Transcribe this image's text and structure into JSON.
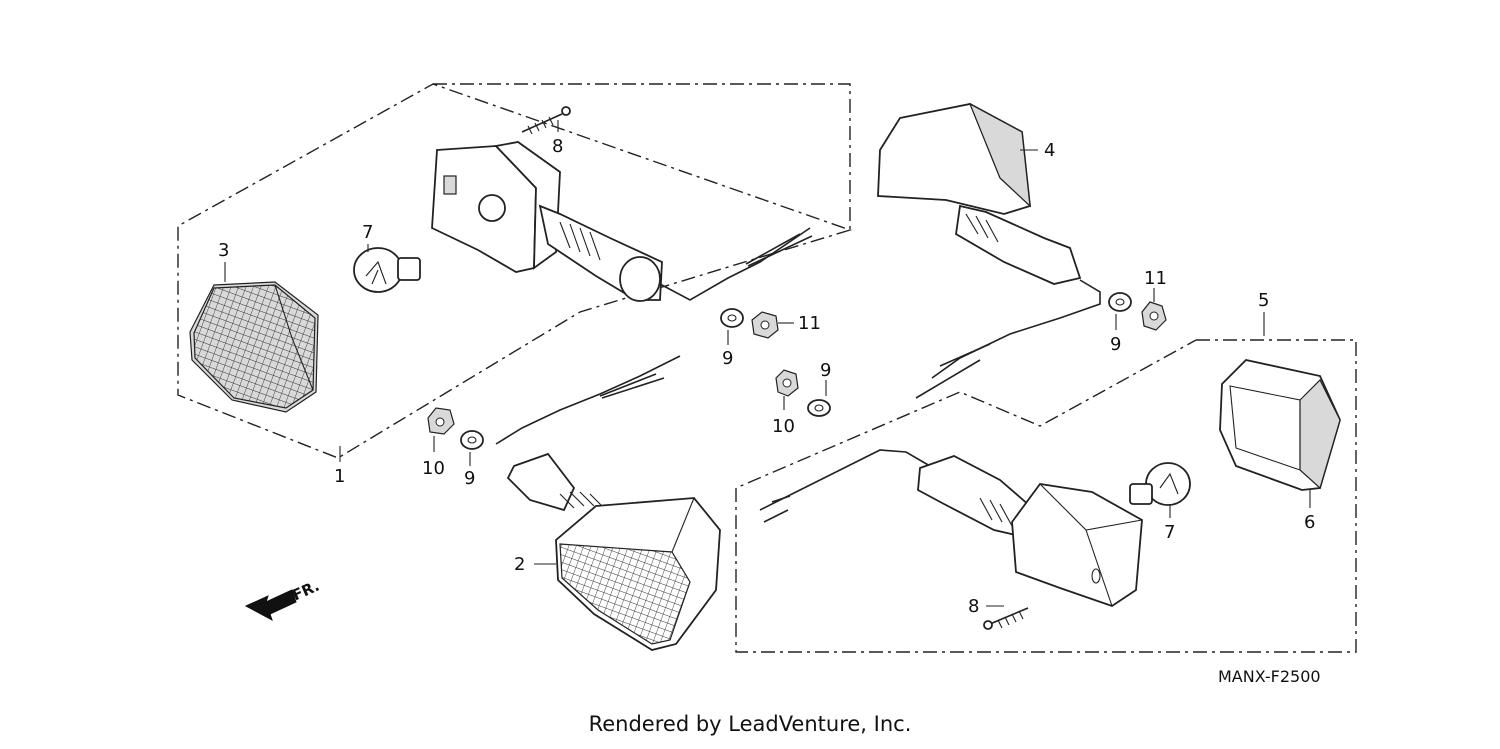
{
  "diagram": {
    "callouts": [
      {
        "id": "c1",
        "text": "1"
      },
      {
        "id": "c2",
        "text": "2"
      },
      {
        "id": "c3",
        "text": "3"
      },
      {
        "id": "c4",
        "text": "4"
      },
      {
        "id": "c5",
        "text": "5"
      },
      {
        "id": "c6",
        "text": "6"
      },
      {
        "id": "c7a",
        "text": "7"
      },
      {
        "id": "c7b",
        "text": "7"
      },
      {
        "id": "c8a",
        "text": "8"
      },
      {
        "id": "c8b",
        "text": "8"
      },
      {
        "id": "c9a",
        "text": "9"
      },
      {
        "id": "c9b",
        "text": "9"
      },
      {
        "id": "c9c",
        "text": "9"
      },
      {
        "id": "c9d",
        "text": "9"
      },
      {
        "id": "c10a",
        "text": "10"
      },
      {
        "id": "c10b",
        "text": "10"
      },
      {
        "id": "c11a",
        "text": "11"
      },
      {
        "id": "c11b",
        "text": "11"
      }
    ],
    "front_arrow_label": "FR.",
    "diagram_code": "MANX-F2500"
  },
  "footer": {
    "rendered_by": "Rendered by LeadVenture, Inc."
  }
}
